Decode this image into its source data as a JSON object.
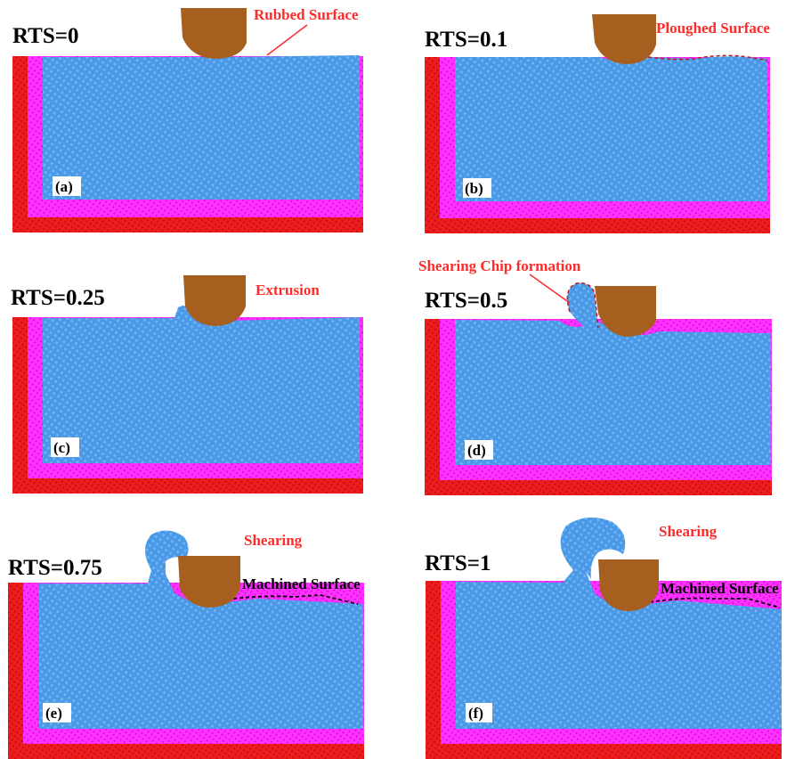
{
  "colors": {
    "workpiece": "#4a98e6",
    "workpiece_pattern": "#6ab3f5",
    "thermostat_layer": "#ff33ff",
    "fixed_layer": "#ee1c1c",
    "tool": "#a65f1f",
    "annotation_red": "#ff2a2a",
    "annotation_black": "#000000"
  },
  "icons": {
    "tool": "cutting-tool-icon",
    "chip": "chip-curl-icon"
  },
  "panels": [
    {
      "tag": "(a)",
      "rts": "RTS=0",
      "annotation": "Rubbed Surface"
    },
    {
      "tag": "(b)",
      "rts": "RTS=0.1",
      "annotation": "Ploughed Surface"
    },
    {
      "tag": "(c)",
      "rts": "RTS=0.25",
      "annotation": "Extrusion"
    },
    {
      "tag": "(d)",
      "rts": "RTS=0.5",
      "annotation": "Shearing Chip formation"
    },
    {
      "tag": "(e)",
      "rts": "RTS=0.75",
      "annotation": "Shearing",
      "annotation2": "Machined Surface"
    },
    {
      "tag": "(f)",
      "rts": "RTS=1",
      "annotation": "Shearing",
      "annotation2": "Machined Surface"
    }
  ]
}
